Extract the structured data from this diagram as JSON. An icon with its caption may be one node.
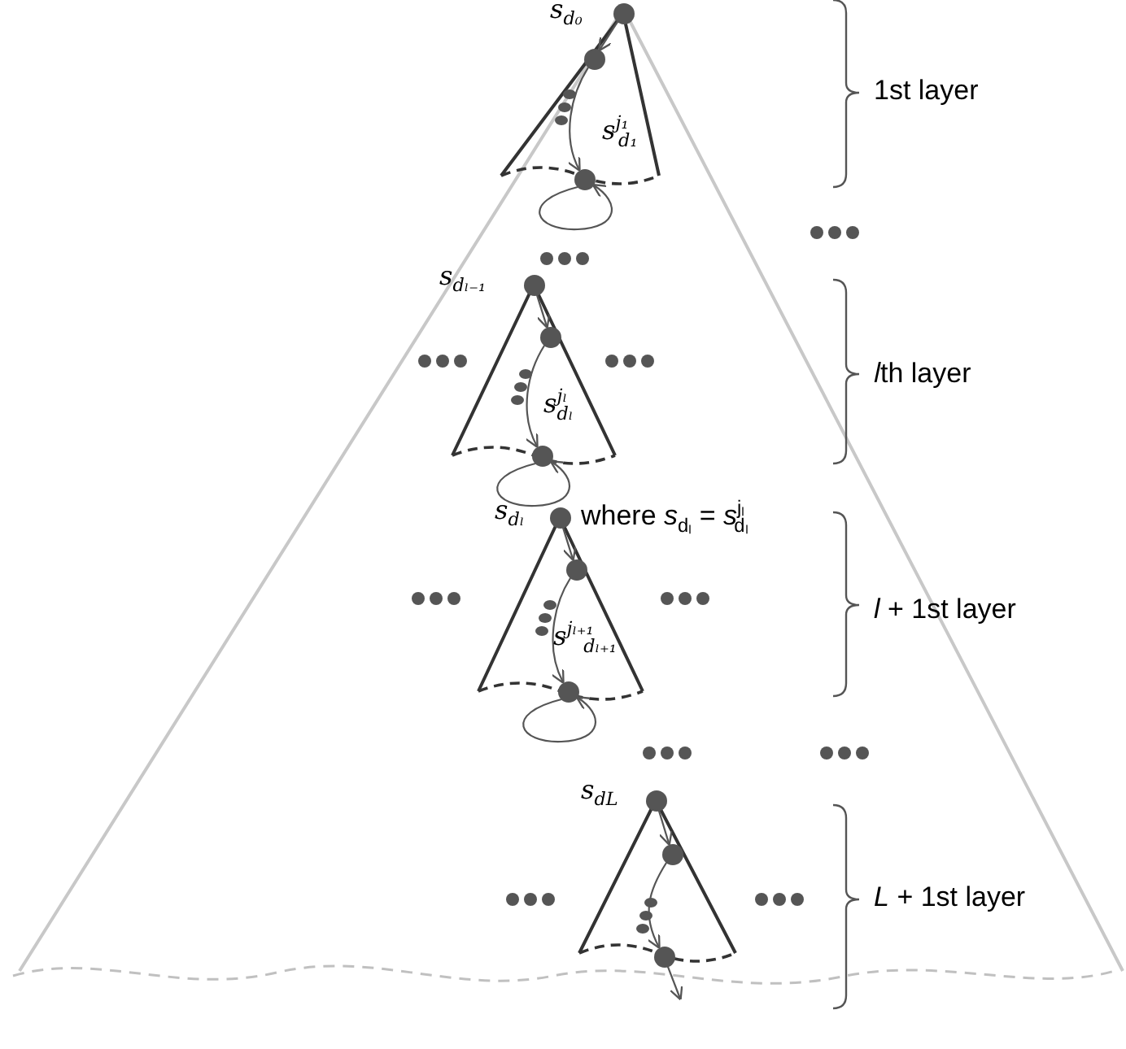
{
  "diagram": {
    "nodes": [
      {
        "text": [
          "s$_{d₀}$"
        ]
      },
      {
        "text": [],
        "shape": "circle"
      },
      {
        "text": [
          "s$^{j₁}$$_{d₁}$"
        ]
      },
      {
        "text": [
          "s$_{dₗ₋₁}$"
        ]
      },
      {
        "text": [],
        "shape": "circle"
      },
      {
        "text": [
          "s$^{jₗ}$$_{dₗ}$"
        ]
      },
      {
        "text": [
          "s$_{dₗ}$"
        ],
        "beside": [
          "where *s*$_{dₗ}$ = *s*$^{jₗ}$$_{dₗ}$"
        ]
      },
      {
        "text": [],
        "shape": "circle"
      },
      {
        "text": [
          "s$^{jₗ₊₁}$$_{dₗ₊₁}$"
        ]
      },
      {
        "text": [
          "s$_{dL}$"
        ]
      },
      {
        "text": [],
        "shape": "circle"
      },
      {
        "text": [],
        "shape": "circle"
      }
    ],
    "edges": [
      {
        "from": 0,
        "to": 1,
        "arrow": "to"
      },
      {
        "from": 1,
        "to": 2,
        "arrow": "to"
      },
      {
        "from": 2,
        "to": 2,
        "arrow": "to"
      },
      {
        "from": 3,
        "to": 4,
        "arrow": "to"
      },
      {
        "from": 4,
        "to": 5,
        "arrow": "to"
      },
      {
        "from": 5,
        "to": 5,
        "arrow": "to"
      },
      {
        "from": 6,
        "to": 7,
        "arrow": "to"
      },
      {
        "from": 7,
        "to": 8,
        "arrow": "to"
      },
      {
        "from": 8,
        "to": 8,
        "arrow": "to"
      },
      {
        "from": 9,
        "to": 10,
        "arrow": "to"
      },
      {
        "from": 10,
        "to": 11,
        "arrow": "to"
      },
      {
        "from": 11,
        "to": null,
        "arrow": "to"
      }
    ],
    "labels": [
      "1st layer",
      "𝑙th layer",
      "*l* + 1st layer",
      "*L* + 1st layer"
    ]
  }
}
